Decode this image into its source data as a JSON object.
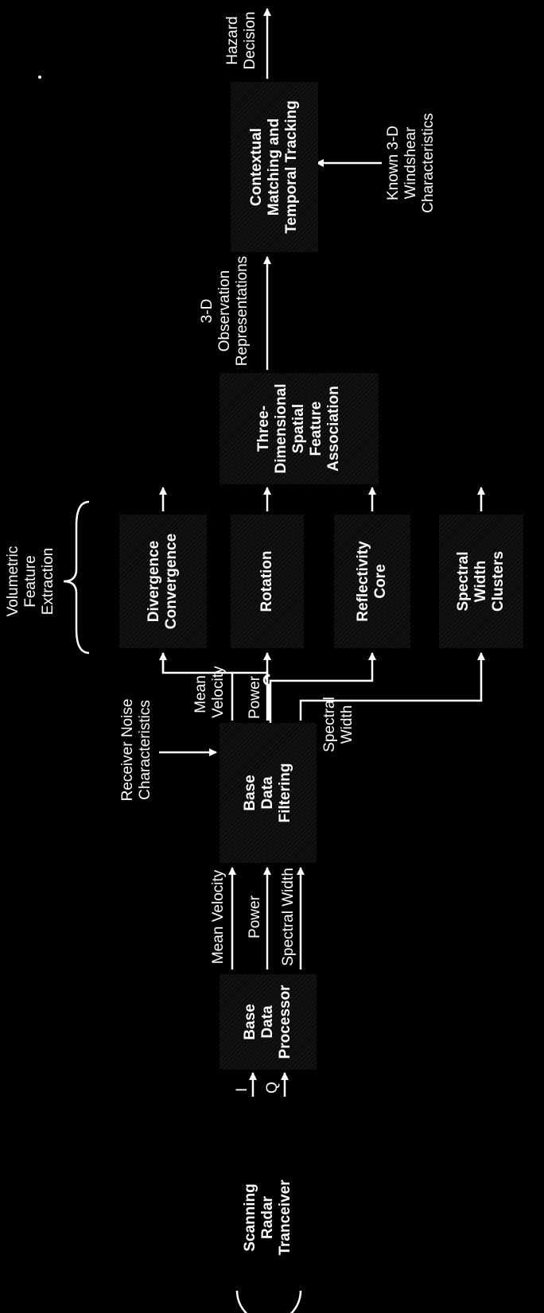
{
  "diagram": {
    "nodes": {
      "radar": {
        "lines": [
          "Scanning",
          "Radar",
          "Tranceiver"
        ]
      },
      "base_processor": {
        "lines": [
          "Base",
          "Data",
          "Processor"
        ]
      },
      "base_filtering": {
        "lines": [
          "Base",
          "Data",
          "Filtering"
        ]
      },
      "divergence": {
        "lines": [
          "Divergence",
          "Convergence"
        ]
      },
      "rotation": {
        "lines": [
          "Rotation"
        ]
      },
      "reflectivity": {
        "lines": [
          "Reflectivity",
          "Core"
        ]
      },
      "spectral_clusters": {
        "lines": [
          "Spectral",
          "Width",
          "Clusters"
        ]
      },
      "association": {
        "lines": [
          "Three-",
          "Dimensional",
          "Spatial",
          "Feature",
          "Association"
        ]
      },
      "contextual": {
        "lines": [
          "Contextual",
          "Matching and",
          "Temporal Tracking"
        ]
      }
    },
    "labels": {
      "i": "I",
      "q": "Q",
      "mean_velocity_1": "Mean Velocity",
      "power_1": "Power",
      "spectral_width_1": "Spectral Width",
      "receiver_noise": [
        "Receiver Noise",
        "Characteristics"
      ],
      "mean_velocity_2": [
        "Mean",
        "Velocity"
      ],
      "power_2": "Power",
      "spectral_width_2": [
        "Spectral",
        "Width"
      ],
      "volumetric": [
        "Volumetric",
        "Feature",
        "Extraction"
      ],
      "observation": [
        "3-D",
        "Observation",
        "Representations"
      ],
      "known_windshear": [
        "Known 3-D",
        "Windshear",
        "Characteristics"
      ],
      "hazard": [
        "Hazard",
        "Decision"
      ]
    }
  }
}
